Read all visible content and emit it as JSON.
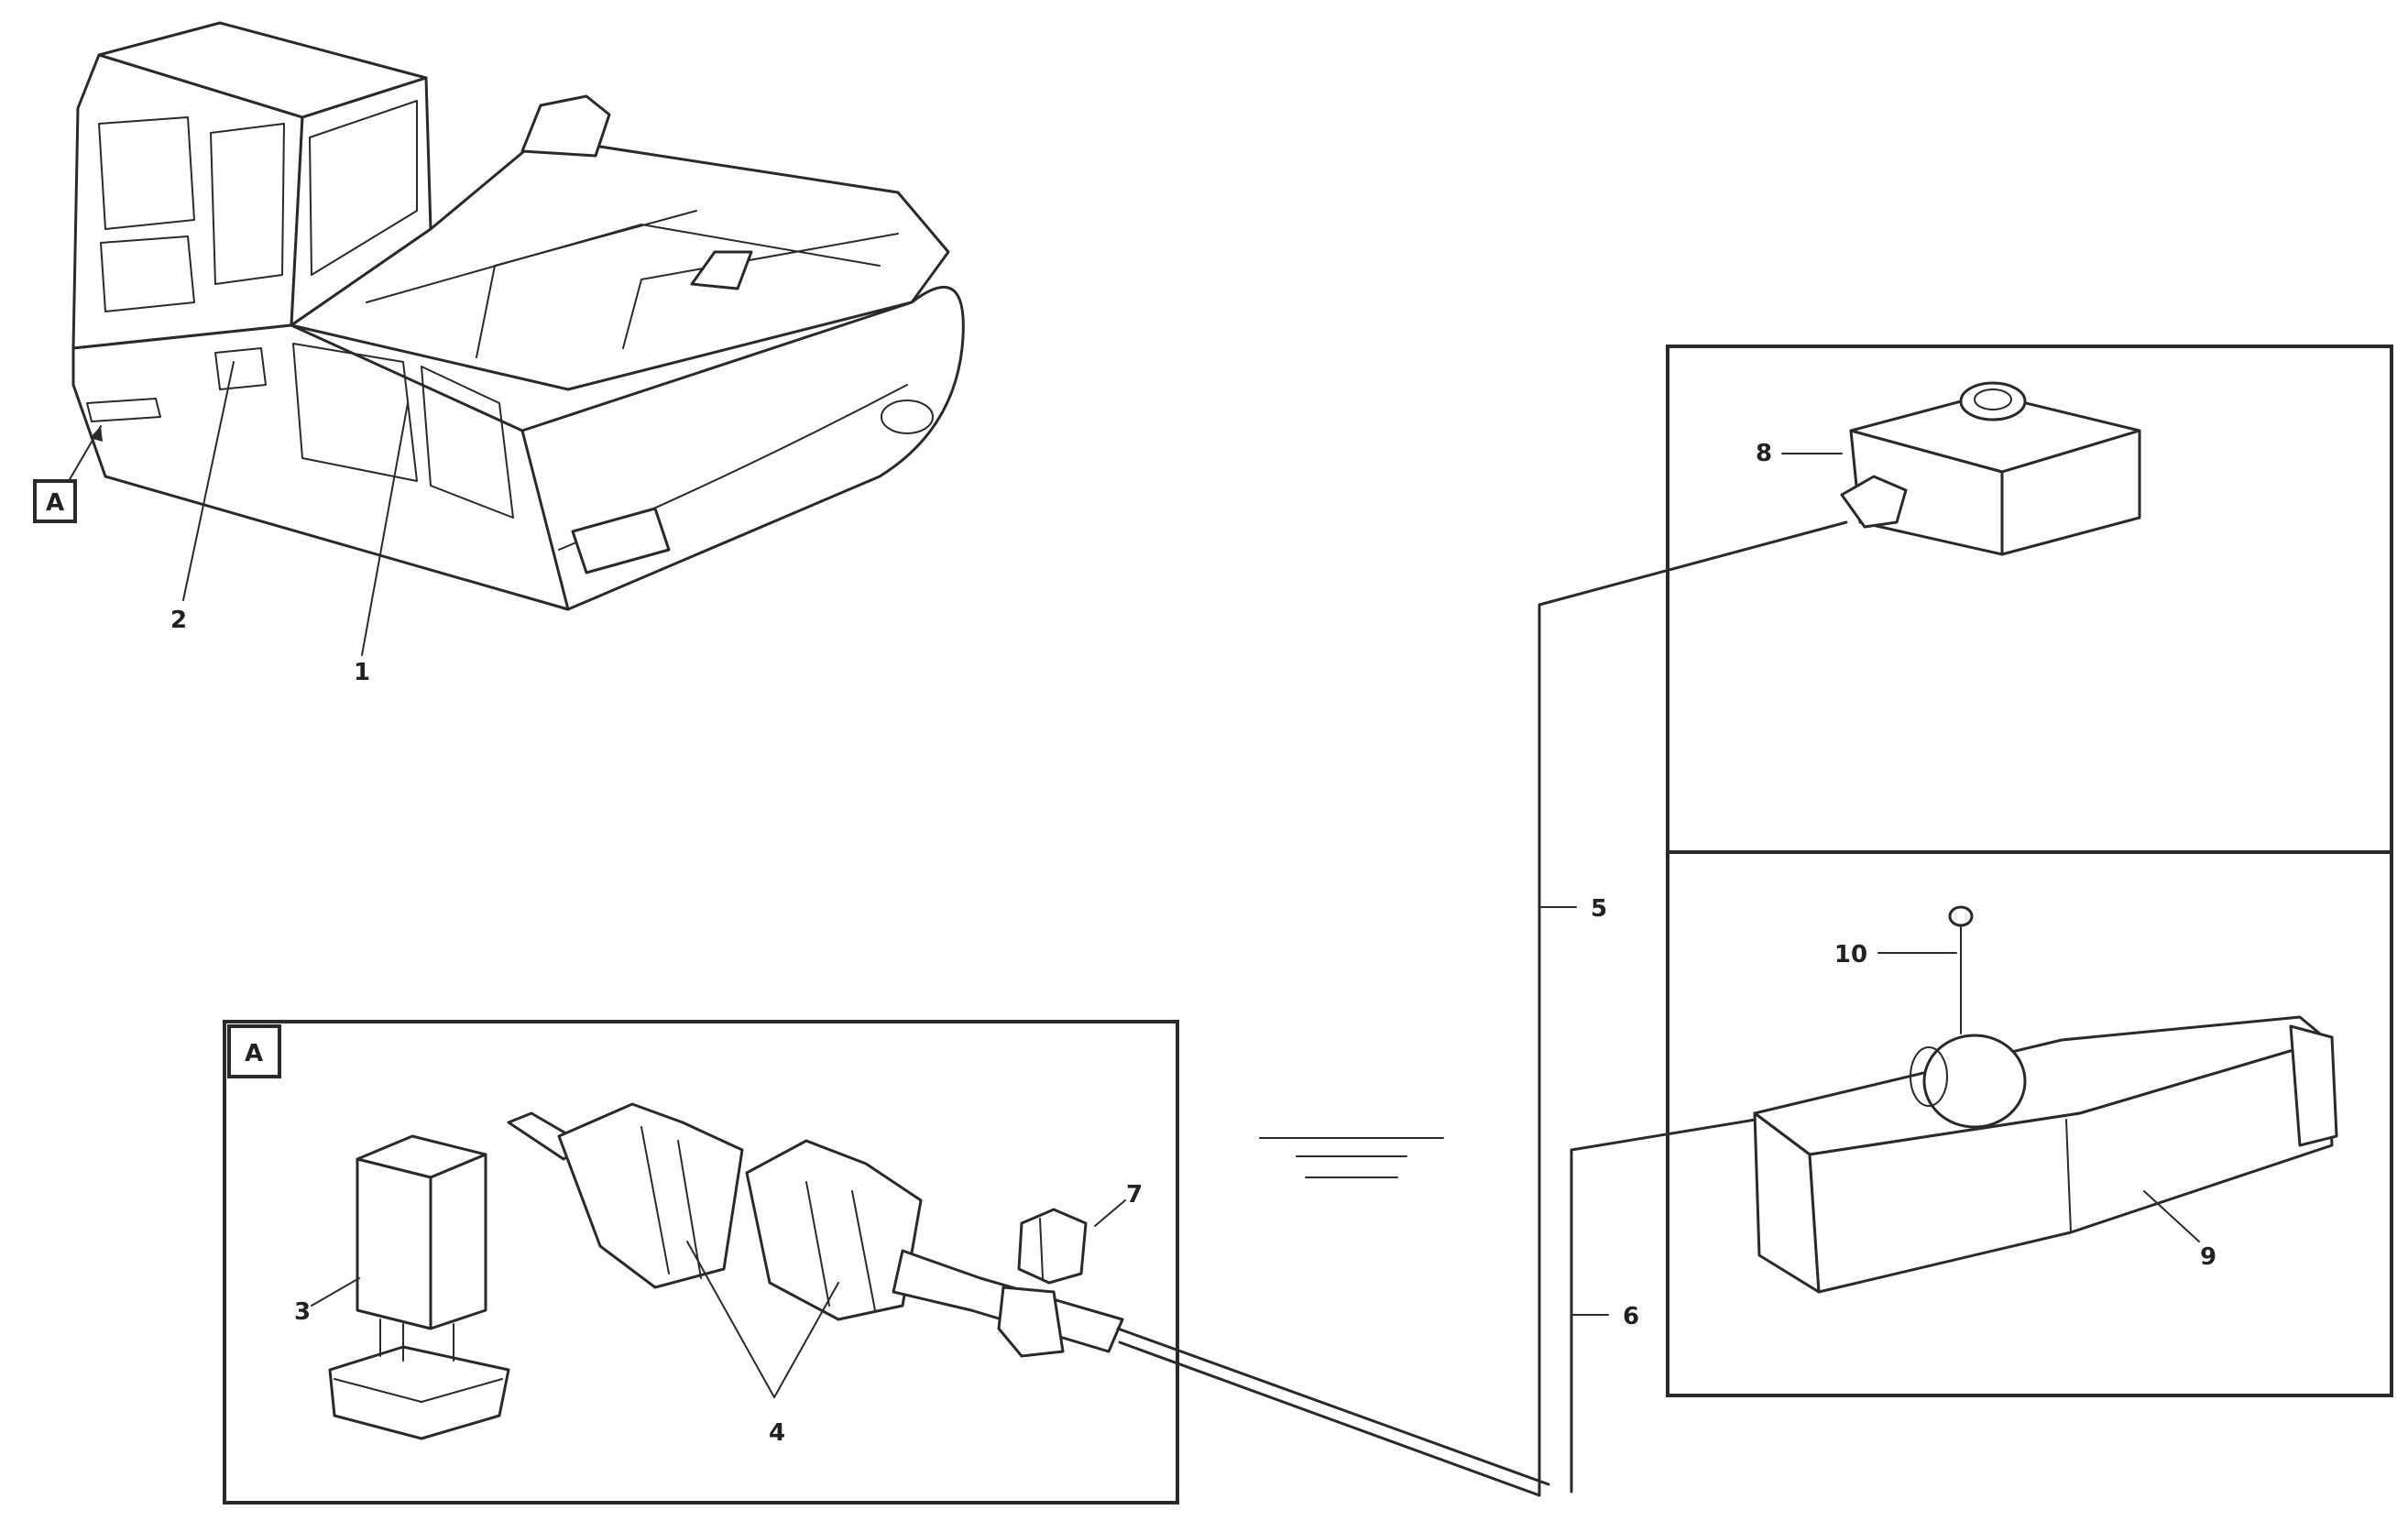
{
  "diagram": {
    "detail_tags": {
      "machine_view": "A",
      "inset_a": "A"
    },
    "callouts": {
      "c1": "1",
      "c2": "2",
      "c3": "3",
      "c4": "4",
      "c5": "5",
      "c6": "6",
      "c7": "7",
      "c8": "8",
      "c9": "9",
      "c10": "10"
    },
    "colors": {
      "line": "#2a2a2a",
      "background": "#ffffff"
    }
  }
}
